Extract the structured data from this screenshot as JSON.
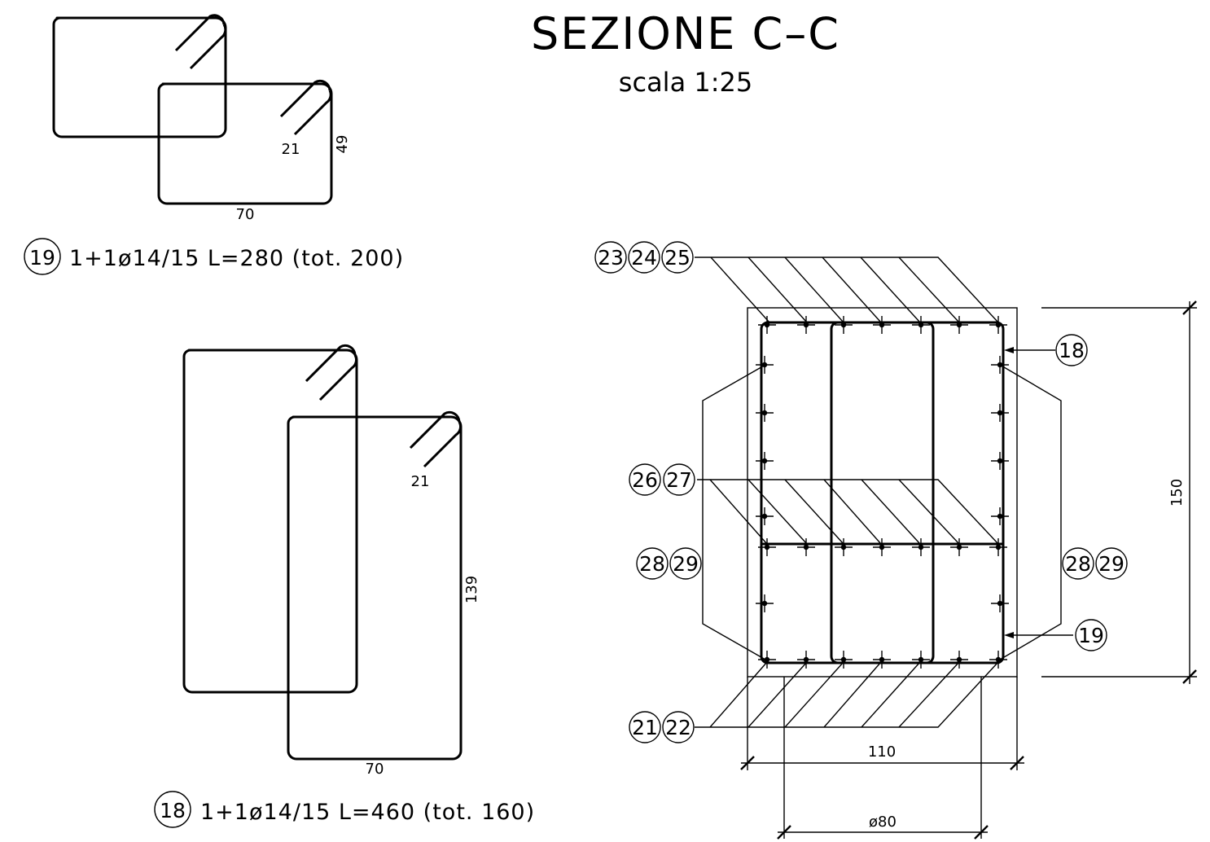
{
  "title": "SEZIONE C–C",
  "scale": "scala 1:25",
  "stirrups": [
    {
      "mark": "19",
      "spec": "1+1ø14/15 L=280 (tot. 200)",
      "width_label": "70",
      "height_label": "49",
      "hook_label": "21"
    },
    {
      "mark": "18",
      "spec": "1+1ø14/15 L=460 (tot. 160)",
      "width_label": "70",
      "height_label": "139",
      "hook_label": "21"
    }
  ],
  "section": {
    "width_label": "110",
    "diameter_label": "ø80",
    "height_label": "150",
    "callouts": [
      {
        "marks": [
          "23",
          "24",
          "25"
        ]
      },
      {
        "marks": [
          "26",
          "27"
        ]
      },
      {
        "marks": [
          "28",
          "29"
        ]
      },
      {
        "marks": [
          "28",
          "29"
        ]
      },
      {
        "marks": [
          "21",
          "22"
        ]
      },
      {
        "marks": [
          "18"
        ]
      },
      {
        "marks": [
          "19"
        ]
      }
    ]
  }
}
